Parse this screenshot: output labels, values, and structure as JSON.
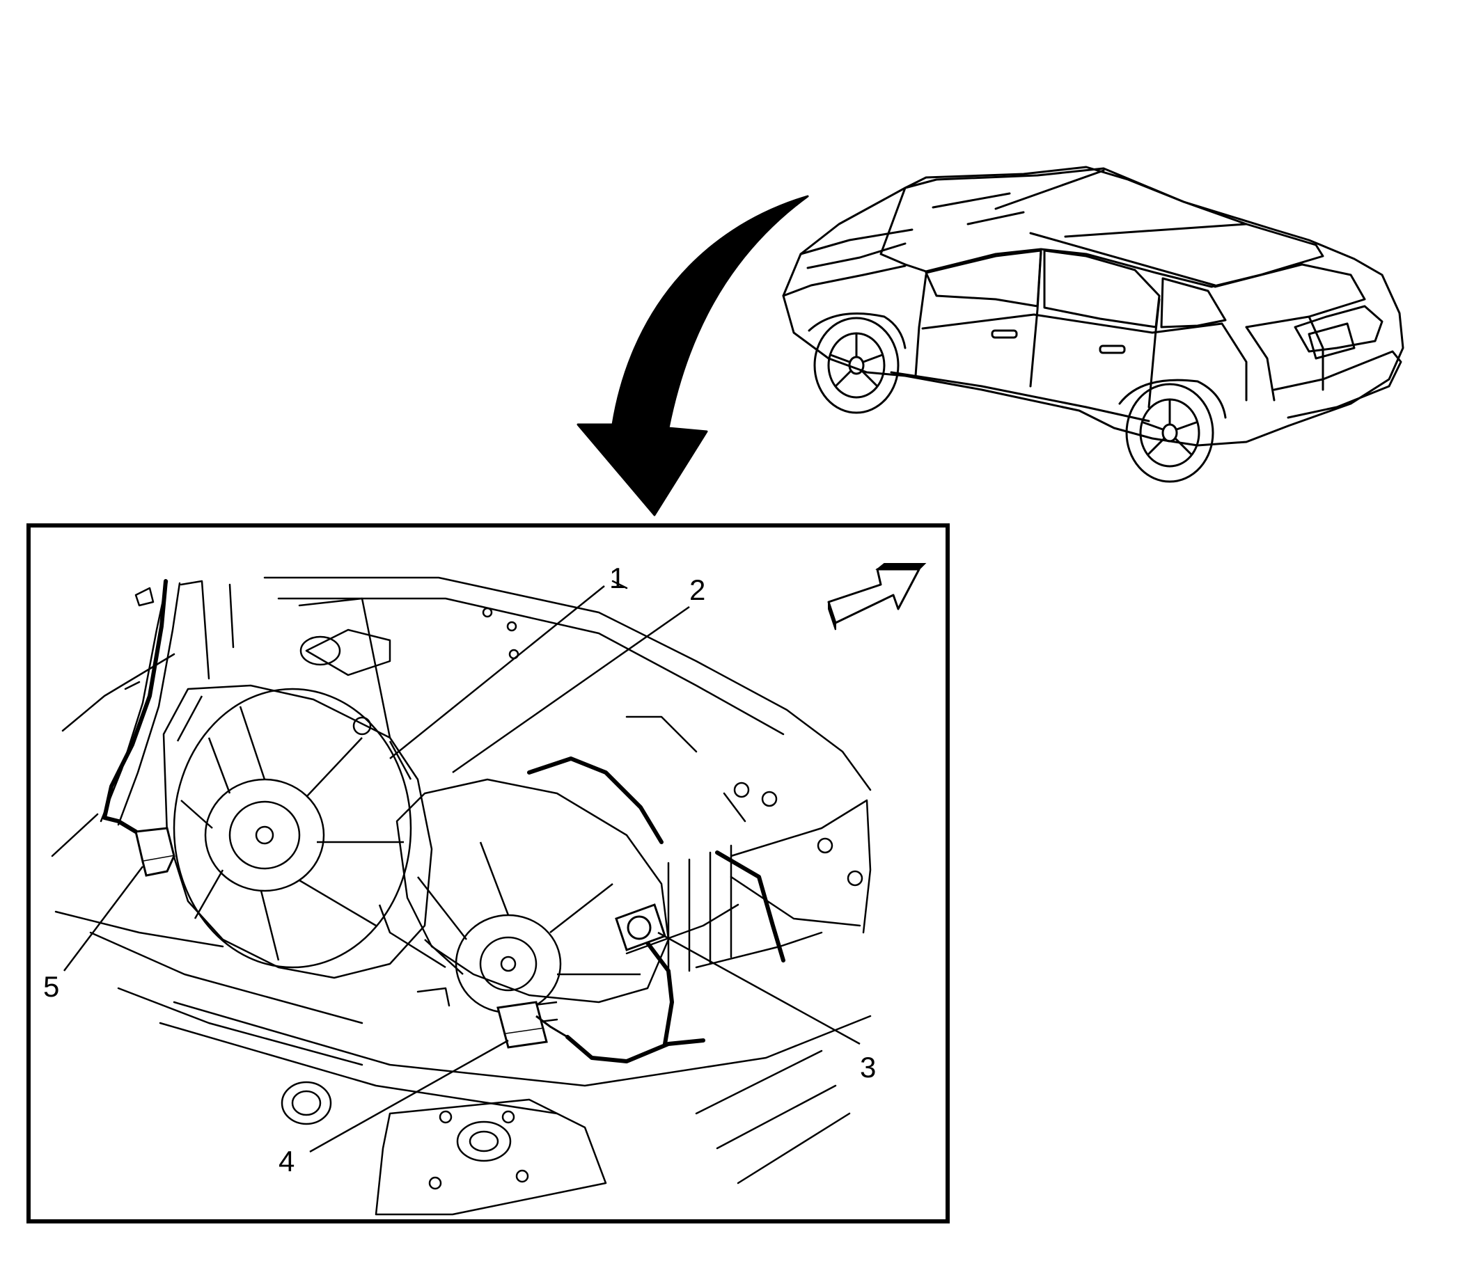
{
  "diagram": {
    "colors": {
      "ink": "#000000",
      "paper": "#ffffff"
    },
    "icons": [
      "vehicle-location-arrow-icon",
      "forward-direction-arrow-icon"
    ],
    "callouts": [
      {
        "id": "1",
        "label": "1"
      },
      {
        "id": "2",
        "label": "2"
      },
      {
        "id": "3",
        "label": "3"
      },
      {
        "id": "4",
        "label": "4"
      },
      {
        "id": "5",
        "label": "5"
      }
    ]
  }
}
